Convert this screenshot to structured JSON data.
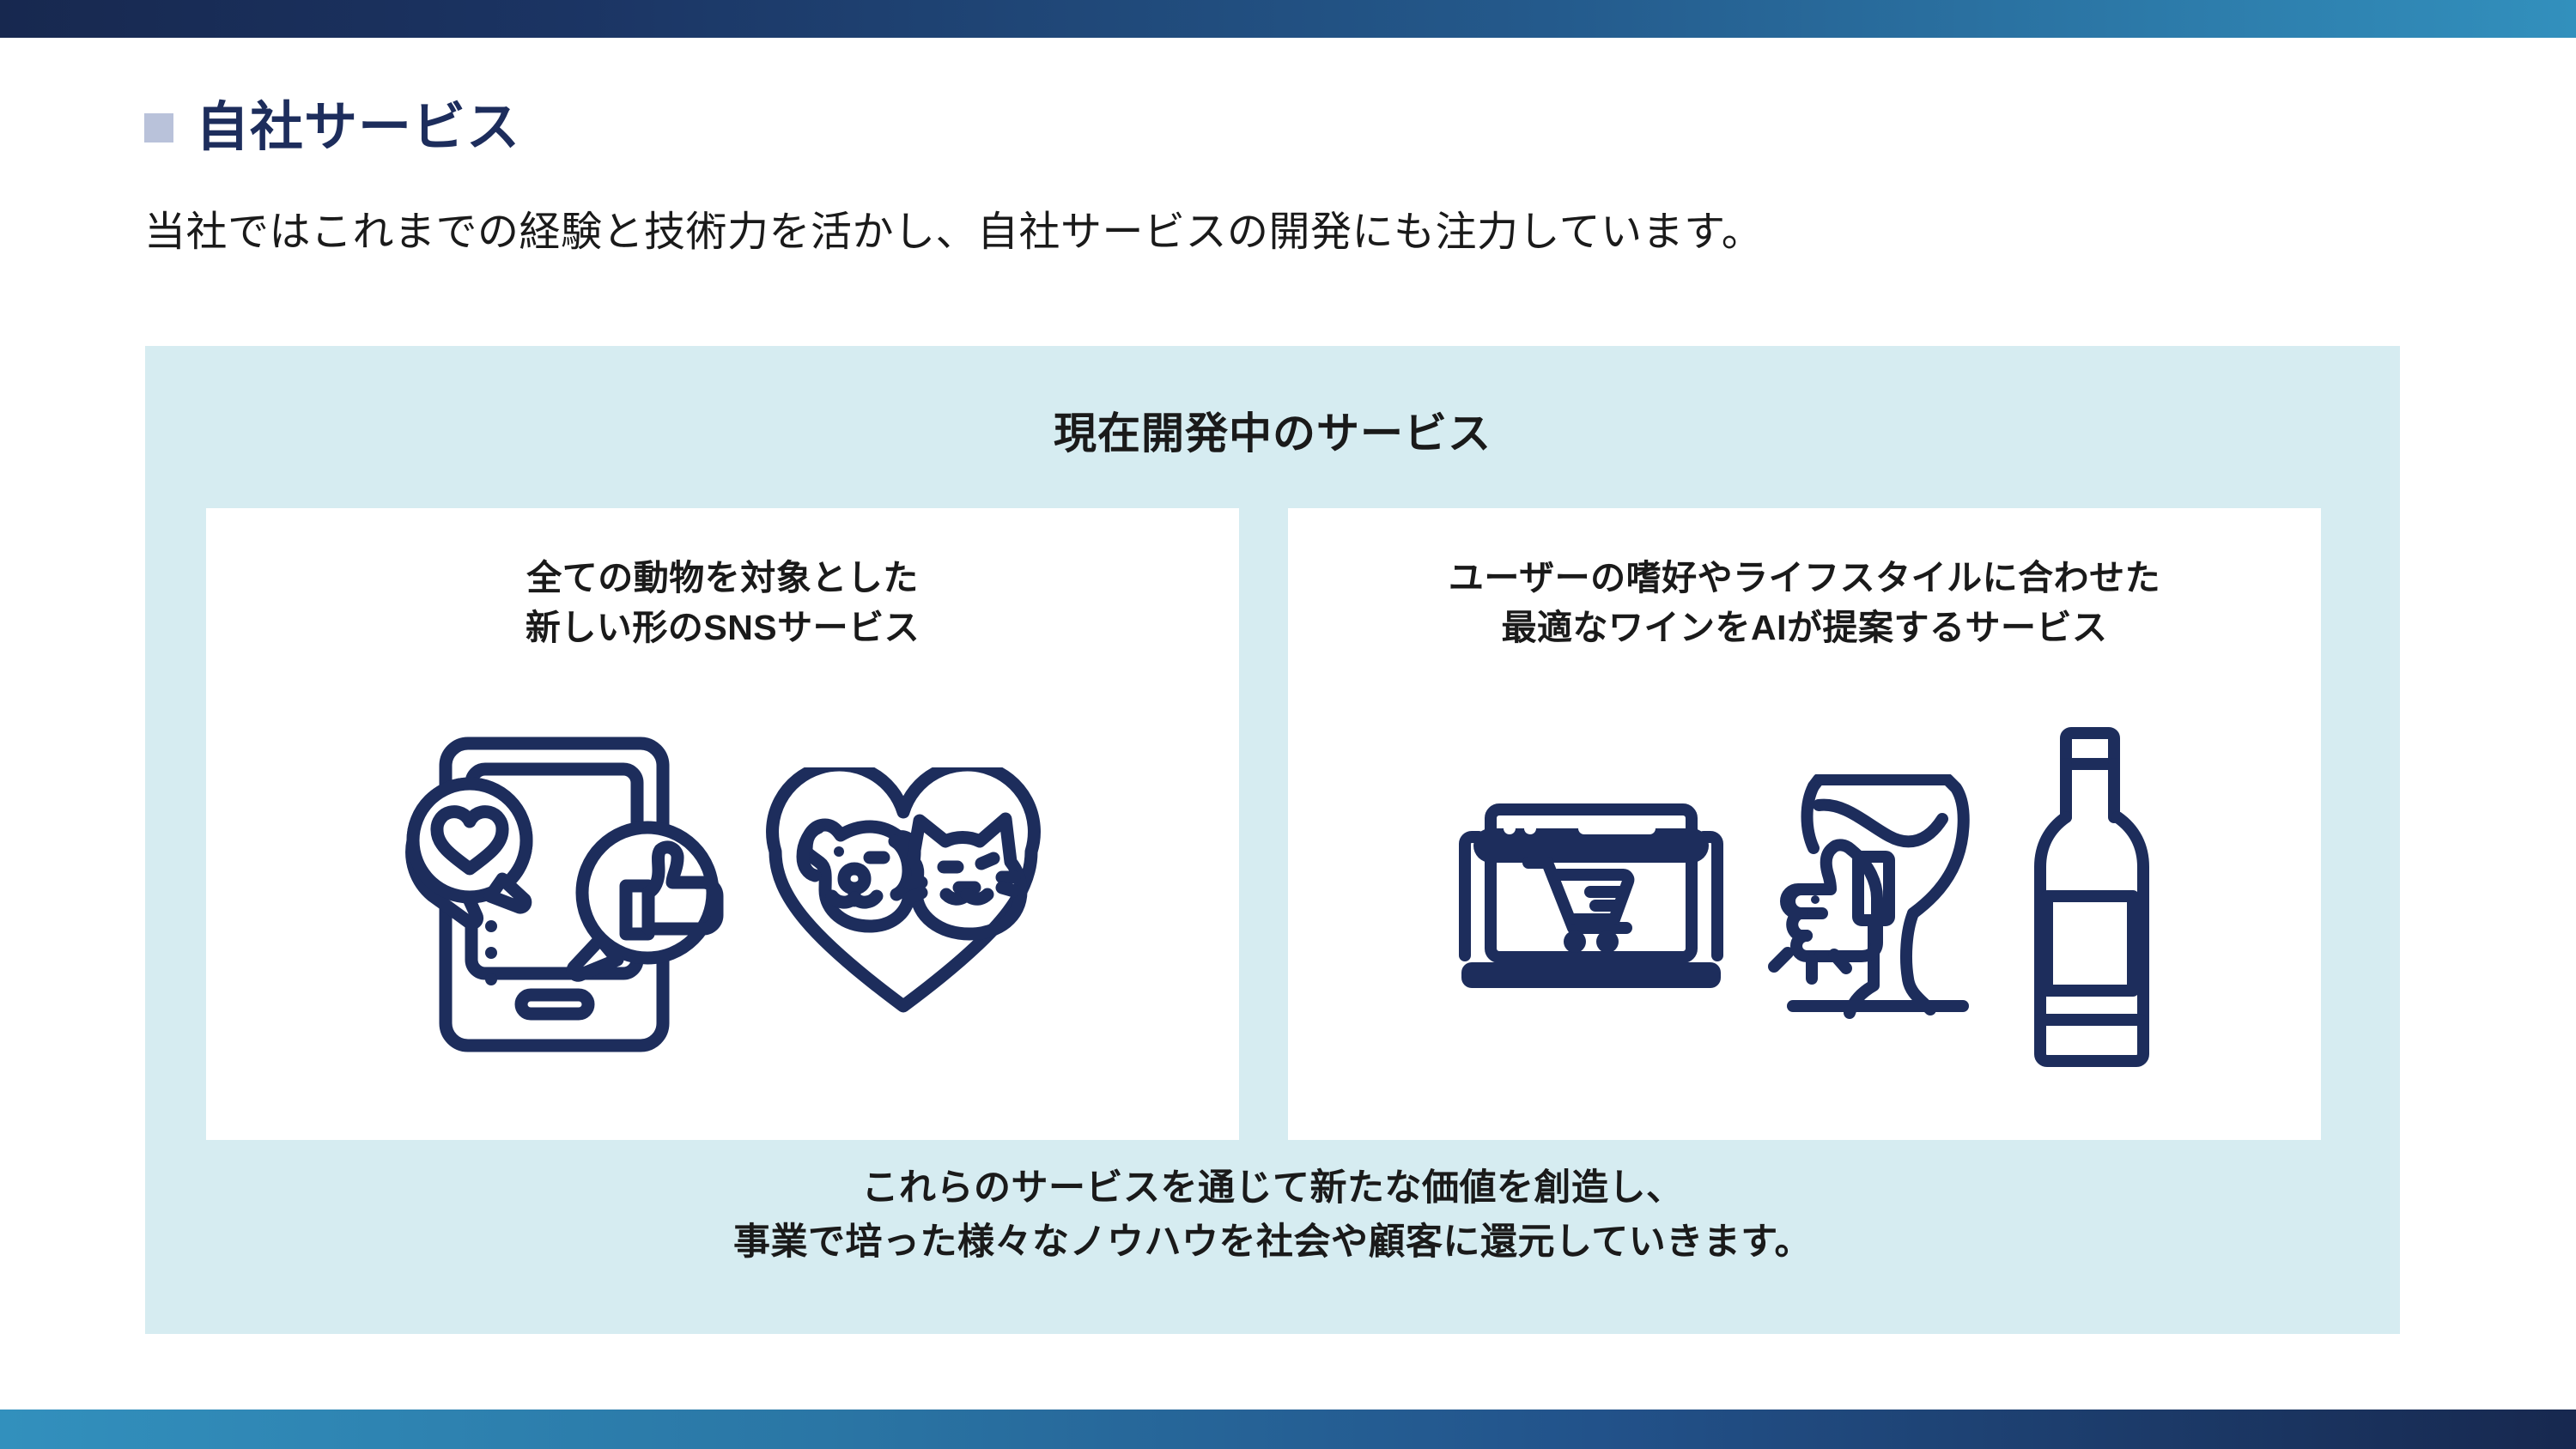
{
  "theme": {
    "brand_navy": "#1d2d5c",
    "brand_blue": "#3290bd",
    "panel_bg": "#d6ecf1",
    "card_bg": "#ffffff",
    "bullet_color": "#b9c2da",
    "icon_color": "#1d2d5c",
    "body_text": "#1a1a1a"
  },
  "header": {
    "title": "自社サービス",
    "subtitle": "当社ではこれまでの経験と技術力を活かし、自社サービスの開発にも注力しています。"
  },
  "panel": {
    "title": "現在開発中のサービス",
    "footer_lines": [
      "これらのサービスを通じて新たな価値を創造し、",
      "事業で培った様々なノウハウを社会や顧客に還元していきます。"
    ],
    "cards": [
      {
        "id": "sns-service",
        "line1": "全ての動物を対象とした",
        "line2": "新しい形のSNSサービス",
        "icons": [
          "smartphone-social-icon",
          "pet-heart-icon"
        ]
      },
      {
        "id": "wine-ai-service",
        "line1": "ユーザーの嗜好やライフスタイルに合わせた",
        "line2": "最適なワインをAIが提案するサービス",
        "icons": [
          "laptop-cart-icon",
          "wine-glass-thumbsup-icon",
          "wine-bottle-icon"
        ]
      }
    ]
  }
}
